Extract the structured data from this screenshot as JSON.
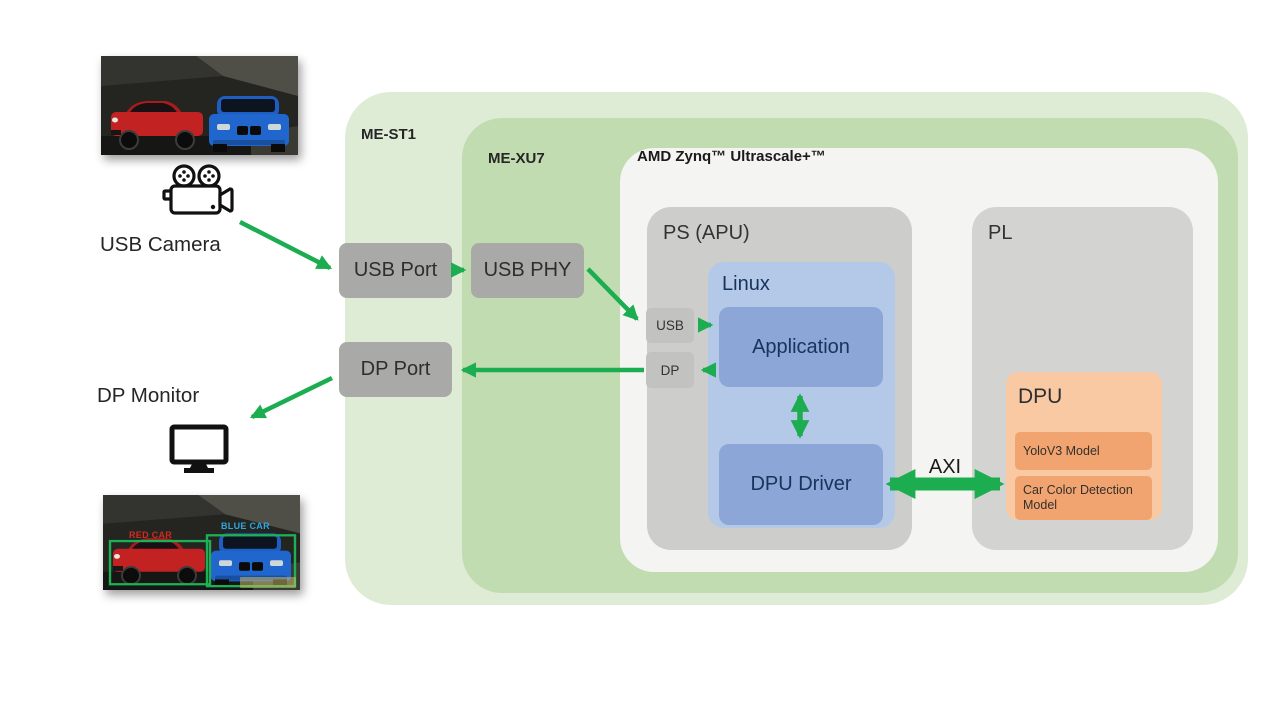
{
  "left_panel": {
    "camera_label": "USB Camera",
    "monitor_label": "DP Monitor",
    "output_image": {
      "red_box_label": "RED CAR",
      "blue_box_label": "BLUE CAR"
    }
  },
  "pipeline": {
    "st1_label": "ME-ST1",
    "xu7_label": "ME-XU7",
    "soc_label": "AMD Zynq™ Ultrascale+™",
    "usb_port_label": "USB Port",
    "usb_phy_label": "USB PHY",
    "dp_port_label": "DP Port",
    "ps": {
      "label": "PS (APU)",
      "usb_label": "USB",
      "dp_label": "DP",
      "linux_label": "Linux",
      "application_label": "Application",
      "dpu_driver_label": "DPU Driver"
    },
    "pl": {
      "label": "PL",
      "dpu_label": "DPU",
      "model_labels": [
        "YoloV3 Model",
        "Car Color Detection Model"
      ]
    },
    "bus_label": "AXI"
  },
  "colors": {
    "arrow_green": "#1BAD4F",
    "st1_bg": "#dfecd5",
    "xu7_bg": "#c2dcb2",
    "soc_bg": "#f4f4f2",
    "ps_bg": "#cdcdcc",
    "pl_bg": "#d3d3d1",
    "port_bg": "#a9a9a7",
    "linux_bg": "#b4c8e8",
    "block_blue": "#8ba6d7",
    "dpu_bg": "#f8c9a3",
    "model_bg": "#f1a470"
  }
}
